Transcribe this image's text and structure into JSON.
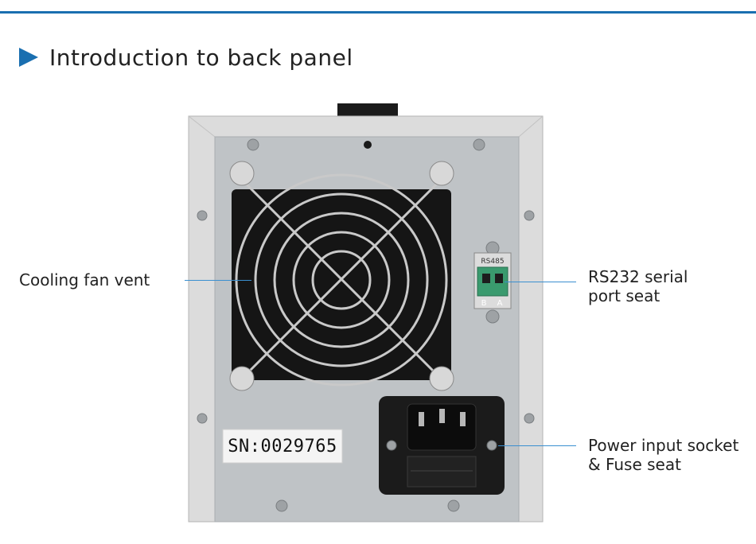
{
  "heading": {
    "title": "Introduction to back panel"
  },
  "colors": {
    "accent": "#1a6fb0",
    "callout_line": "#3a8fd0"
  },
  "device": {
    "serial_label": "SN:0029765",
    "port_label": "RS485",
    "port_pin_b": "B",
    "port_pin_a": "A"
  },
  "callouts": {
    "fan": "Cooling fan vent",
    "serial_1": "RS232 serial",
    "serial_2": "port seat",
    "power_1": "Power input socket",
    "power_2": "& Fuse seat"
  }
}
